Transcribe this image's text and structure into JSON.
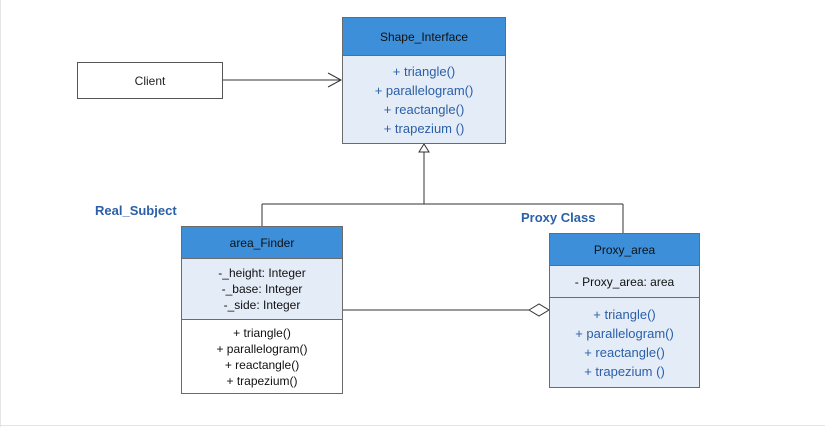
{
  "client": {
    "label": "Client"
  },
  "interface": {
    "name": "Shape_Interface",
    "operations": [
      "+ triangle()",
      "+ parallelogram()",
      "+ reactangle()",
      "+ trapezium ()"
    ]
  },
  "real_subject": {
    "stereotype": "Real_Subject",
    "name": "area_Finder",
    "attributes": [
      "-_height: Integer",
      "-_base: Integer",
      "-_side: Integer"
    ],
    "operations": [
      "+ triangle()",
      "+ parallelogram()",
      "+ reactangle()",
      "+ trapezium()"
    ]
  },
  "proxy": {
    "stereotype": "Proxy Class",
    "name": "Proxy_area",
    "attributes": [
      "- Proxy_area: area"
    ],
    "operations": [
      "+ triangle()",
      "+ parallelogram()",
      "+ reactangle()",
      "+ trapezium ()"
    ]
  },
  "colors": {
    "header_fill": "#3d8fd9",
    "compartment_fill": "#e4ecf7",
    "accent_text": "#2b5fa8",
    "line": "#333333"
  }
}
